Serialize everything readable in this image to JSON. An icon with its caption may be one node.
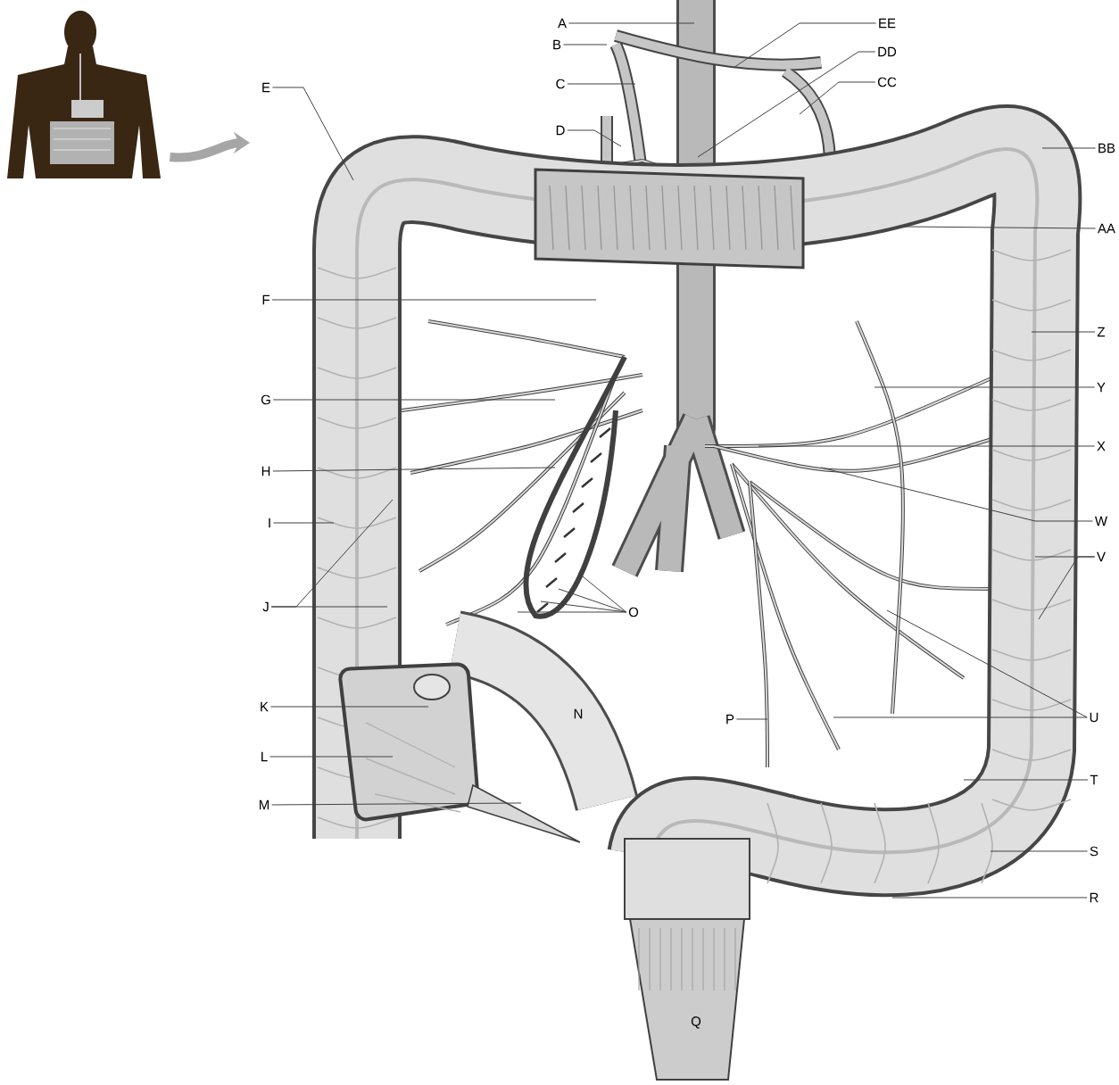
{
  "diagram": {
    "nodes": [
      {
        "text": [],
        "shape": "picture"
      },
      {
        "text": [
          "A"
        ]
      },
      {
        "text": [
          "B"
        ]
      },
      {
        "text": [
          "C"
        ]
      },
      {
        "text": [
          "D"
        ]
      },
      {
        "text": [
          "E"
        ]
      },
      {
        "text": [
          "EE"
        ]
      },
      {
        "text": [
          "DD"
        ]
      },
      {
        "text": [
          "CC"
        ]
      },
      {
        "text": [
          "F"
        ]
      },
      {
        "text": [
          "BB"
        ]
      },
      {
        "text": [
          "AA"
        ]
      },
      {
        "text": [
          "G"
        ]
      },
      {
        "text": [
          "Z"
        ]
      },
      {
        "text": [
          "Y"
        ]
      },
      {
        "text": [
          "H"
        ]
      },
      {
        "text": [
          "X"
        ]
      },
      {
        "text": [
          "I"
        ]
      },
      {
        "text": [
          "W"
        ]
      },
      {
        "text": [
          "V"
        ]
      },
      {
        "text": [
          "J"
        ]
      },
      {
        "text": [
          "O"
        ]
      },
      {
        "text": [
          "K"
        ]
      },
      {
        "text": [
          "U"
        ]
      },
      {
        "text": [
          "P"
        ]
      },
      {
        "text": [
          "L"
        ]
      },
      {
        "text": [
          "T"
        ]
      },
      {
        "text": [
          "M"
        ]
      },
      {
        "text": [
          "S"
        ]
      },
      {
        "text": [
          "R"
        ]
      }
    ],
    "edges": [
      {
        "from": 0,
        "to": null,
        "arrow": "to",
        "style": "thick",
        "color": "#a6a6a6"
      },
      {
        "from": 1,
        "to": null,
        "arrow": "none"
      },
      {
        "from": 2,
        "to": null,
        "arrow": "none"
      },
      {
        "from": 3,
        "to": null,
        "arrow": "none"
      },
      {
        "from": 4,
        "to": null,
        "arrow": "none"
      },
      {
        "from": 5,
        "to": null,
        "arrow": "none"
      },
      {
        "from": 6,
        "to": null,
        "arrow": "none"
      },
      {
        "from": 7,
        "to": null,
        "arrow": "none"
      },
      {
        "from": 8,
        "to": null,
        "arrow": "none"
      },
      {
        "from": 9,
        "to": null,
        "arrow": "none"
      },
      {
        "from": 10,
        "to": null,
        "arrow": "none"
      },
      {
        "from": 11,
        "to": null,
        "arrow": "none"
      },
      {
        "from": 12,
        "to": null,
        "arrow": "none"
      },
      {
        "from": 13,
        "to": null,
        "arrow": "none"
      },
      {
        "from": 14,
        "to": null,
        "arrow": "none"
      },
      {
        "from": 15,
        "to": null,
        "arrow": "none"
      },
      {
        "from": 16,
        "to": null,
        "arrow": "none"
      },
      {
        "from": 17,
        "to": null,
        "arrow": "none"
      },
      {
        "from": 18,
        "to": null,
        "arrow": "none"
      },
      {
        "from": 19,
        "to": null,
        "arrow": "none"
      },
      {
        "from": 19,
        "to": null,
        "arrow": "none"
      },
      {
        "from": 20,
        "to": null,
        "arrow": "none"
      },
      {
        "from": 20,
        "to": null,
        "arrow": "none"
      },
      {
        "from": 21,
        "to": null,
        "arrow": "none"
      },
      {
        "from": 21,
        "to": null,
        "arrow": "none"
      },
      {
        "from": 21,
        "to": null,
        "arrow": "none"
      },
      {
        "from": 21,
        "to": null,
        "arrow": "none"
      },
      {
        "from": 22,
        "to": null,
        "arrow": "none"
      },
      {
        "from": 23,
        "to": null,
        "arrow": "none"
      },
      {
        "from": 23,
        "to": null,
        "arrow": "none"
      },
      {
        "from": 24,
        "to": null,
        "arrow": "none"
      },
      {
        "from": 25,
        "to": null,
        "arrow": "none"
      },
      {
        "from": 26,
        "to": null,
        "arrow": "none"
      },
      {
        "from": 27,
        "to": null,
        "arrow": "none"
      },
      {
        "from": 28,
        "to": null,
        "arrow": "none"
      },
      {
        "from": 29,
        "to": null,
        "arrow": "none"
      }
    ],
    "labels": [
      "N",
      "Q"
    ]
  }
}
